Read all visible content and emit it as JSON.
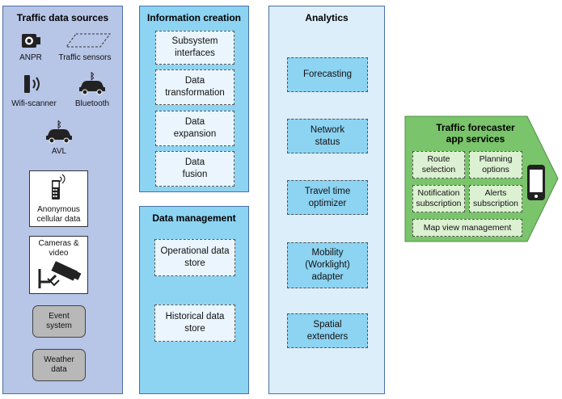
{
  "sources": {
    "title": "Traffic data sources",
    "anpr": "ANPR",
    "traffic_sensors": "Traffic sensors",
    "wifi": "Wifi-scanner",
    "bluetooth": "Bluetooth",
    "avl": "AVL",
    "cellular": "Anonymous\ncellular data",
    "cameras": "Cameras &\nvideo",
    "event": "Event\nsystem",
    "weather": "Weather\ndata"
  },
  "info": {
    "title": "Information creation",
    "items": [
      "Subsystem\ninterfaces",
      "Data\ntransformation",
      "Data\nexpansion",
      "Data\nfusion"
    ]
  },
  "datamgmt": {
    "title": "Data management",
    "items": [
      "Operational data\nstore",
      "Historical data\nstore"
    ]
  },
  "analytics": {
    "title": "Analytics",
    "items": [
      "Forecasting",
      "Network\nstatus",
      "Travel time\noptimizer",
      "Mobility\n(Worklight)\nadapter",
      "Spatial\nextenders"
    ]
  },
  "forecaster": {
    "title": "Traffic forecaster\napp services",
    "items": [
      "Route\nselection",
      "Planning\noptions",
      "Notification\nsubscription",
      "Alerts\nsubscription",
      "Map view management"
    ]
  },
  "colors": {
    "sources_bg": "#b7c5e7",
    "info_bg": "#8dd3f2",
    "analytics_bg": "#dbeefa",
    "green": "#7ac46b"
  }
}
